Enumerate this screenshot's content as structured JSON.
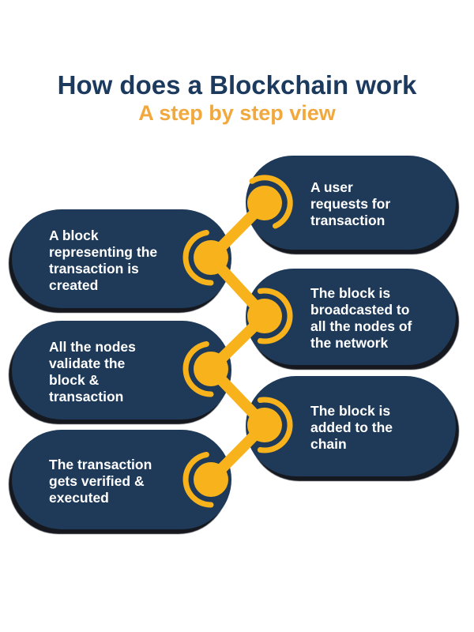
{
  "title": "How does a Blockchain work",
  "subtitle": "A step by step view",
  "colors": {
    "navy": "#1e3a58",
    "title_navy": "#1b3a5e",
    "yellow": "#f8b31c",
    "subtitle_orange": "#f1a83d",
    "text_white": "#ffffff"
  },
  "steps": [
    {
      "id": 1,
      "side": "right",
      "label": "A user\nrequests for\ntransaction"
    },
    {
      "id": 2,
      "side": "left",
      "label": "A block\nrepresenting the\ntransaction is\ncreated"
    },
    {
      "id": 3,
      "side": "right",
      "label": "The block is\nbroadcasted to\nall the nodes of\nthe network"
    },
    {
      "id": 4,
      "side": "left",
      "label": "All the nodes\nvalidate the\nblock &\ntransaction"
    },
    {
      "id": 5,
      "side": "right",
      "label": "The block is\nadded to the\nchain"
    },
    {
      "id": 6,
      "side": "left",
      "label": "The transaction\ngets verified &\nexecuted"
    }
  ]
}
